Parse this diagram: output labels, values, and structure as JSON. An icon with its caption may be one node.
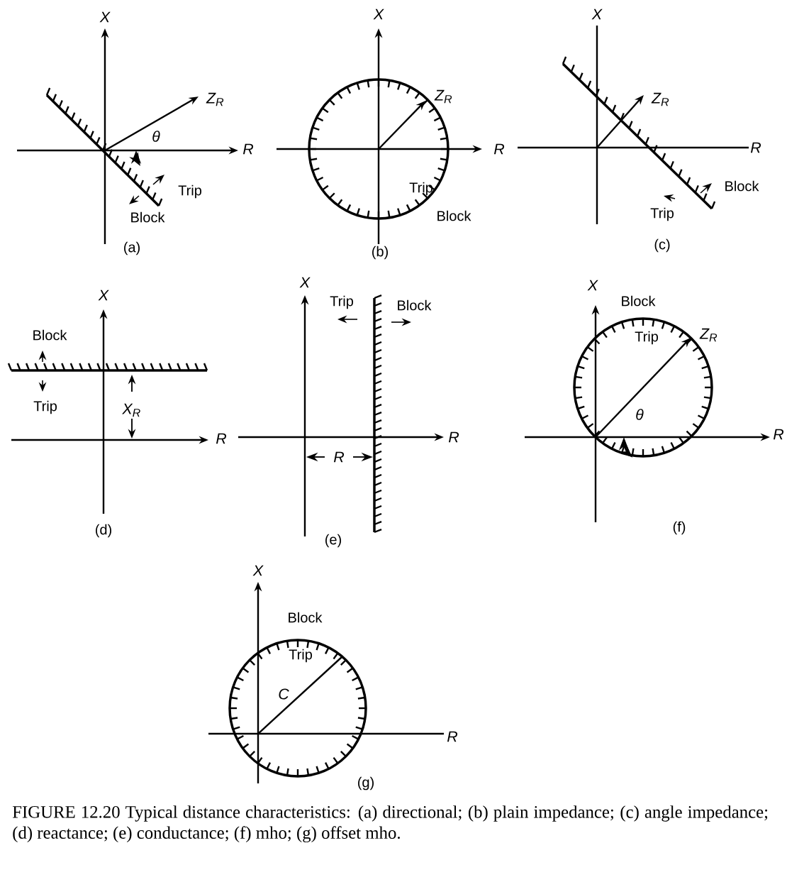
{
  "diagram": {
    "caption": "FIGURE 12.20 Typical distance characteristics: (a) directional; (b) plain impedance; (c) angle impedance; (d) reactance; (e) conductance; (f) mho; (g) offset mho.",
    "labels": [
      "X",
      "Z$_{R}$",
      "θ",
      "R",
      "Trip",
      "Block",
      "(a)",
      "X",
      "Z$_{R}$",
      "R",
      "Trip",
      "Block",
      "(b)",
      "X",
      "Z$_{R}$",
      "R",
      "Block",
      "Trip",
      "(c)",
      "X",
      "Block",
      "Trip",
      "X$_{R}$",
      "R",
      "(d)",
      "X",
      "Trip",
      "Block",
      "R",
      "R",
      "(e)",
      "X",
      "Block",
      "Trip",
      "Z$_{R}$",
      "θ",
      "R",
      "(f)",
      "X",
      "Block",
      "Trip",
      "C",
      "R",
      "(g)"
    ]
  }
}
